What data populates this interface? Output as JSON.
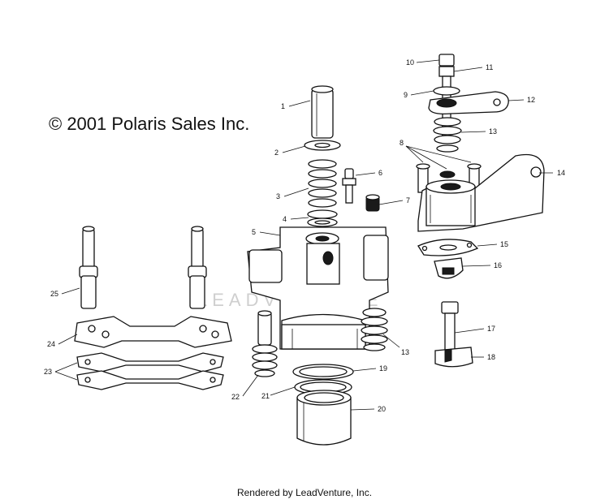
{
  "copyright": "© 2001 Polaris Sales Inc.",
  "footer": "Rendered by LeadVenture, Inc.",
  "watermark": "LEADVENTURE",
  "callouts": [
    "1",
    "2",
    "3",
    "4",
    "5",
    "6",
    "7",
    "8",
    "9",
    "10",
    "11",
    "12",
    "13",
    "13",
    "14",
    "15",
    "16",
    "17",
    "18",
    "19",
    "20",
    "21",
    "22",
    "23",
    "24",
    "25"
  ],
  "colors": {
    "ink": "#111111",
    "watermark": "#cfcfcf",
    "background": "#ffffff"
  }
}
